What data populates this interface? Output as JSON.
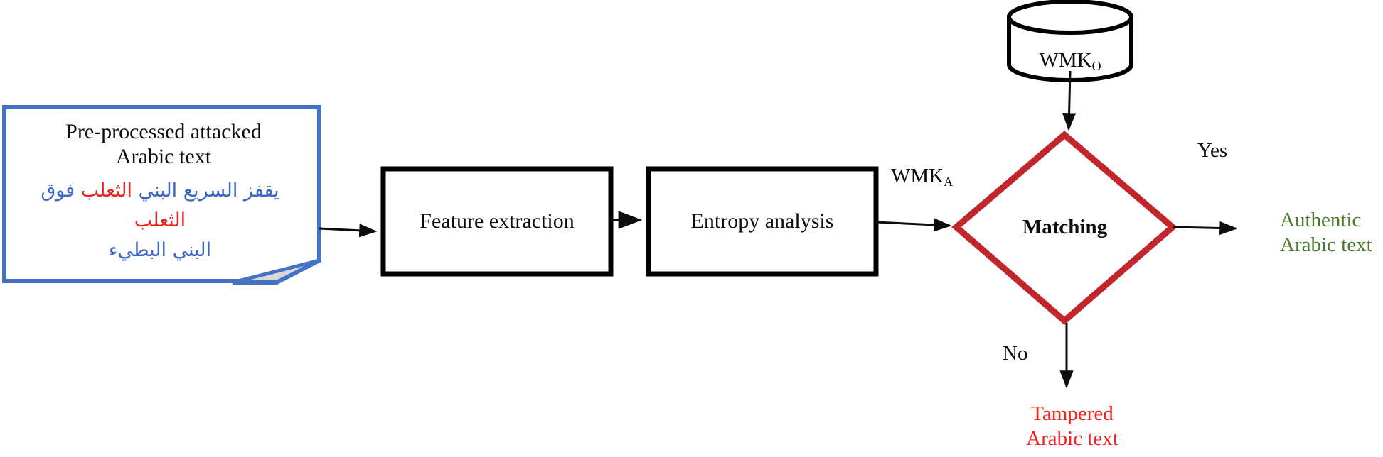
{
  "diagram": {
    "type": "flowchart",
    "title": "Arabic text watermark verification flow",
    "background": "#ffffff"
  },
  "colors": {
    "document_border": "#4472c4",
    "document_fold_fill": "#d9d9d9",
    "process_border": "#000000",
    "decision_border": "#c0262b",
    "datastore_border": "#000000",
    "arrow": "#0d0d0d",
    "text_default": "#0d0d0d",
    "arabic_blue": "#3a66c4",
    "arabic_red": "#e8251f",
    "authentic_green": "#4b7a2e",
    "tampered_red": "#fb1f1f"
  },
  "nodes": {
    "input_document": {
      "shape": "document",
      "title": "Pre-processed attacked\nArabic text",
      "arabic_line1": [
        {
          "text": "يقفز السريع البني ",
          "color": "blue"
        },
        {
          "text": "الثعلب",
          "color": "red"
        },
        {
          "text": " فوق ",
          "color": "blue"
        },
        {
          "text": "الثعلب",
          "color": "red"
        }
      ],
      "arabic_line2": [
        {
          "text": "البني البطيء",
          "color": "blue"
        }
      ]
    },
    "feature_extraction": {
      "shape": "process",
      "label": "Feature extraction"
    },
    "entropy_analysis": {
      "shape": "process",
      "label": "Entropy analysis"
    },
    "matching": {
      "shape": "decision",
      "label": "Matching"
    },
    "watermark_store": {
      "shape": "datastore",
      "label_main": "WMK",
      "label_sub": "O"
    }
  },
  "edges": {
    "wmk_a": {
      "label_main": "WMK",
      "label_sub": "A"
    },
    "yes": {
      "label": "Yes"
    },
    "no": {
      "label": "No"
    }
  },
  "outputs": {
    "authentic": {
      "label": "Authentic\nArabic text"
    },
    "tampered": {
      "label": "Tampered\nArabic text"
    }
  }
}
